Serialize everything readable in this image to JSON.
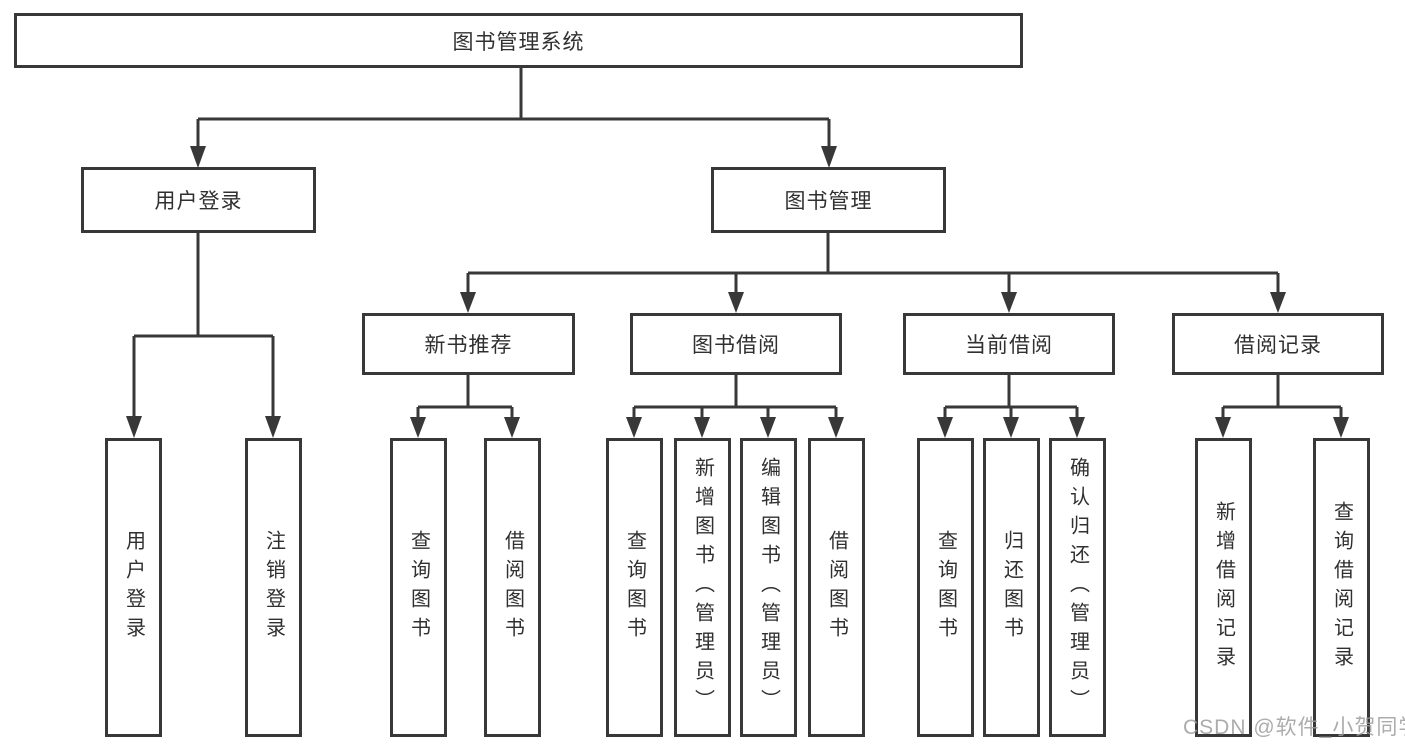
{
  "diagram_type": "functional-structure-tree",
  "tree": {
    "root": {
      "label": "图书管理系统",
      "children": [
        {
          "label": "用户登录",
          "children": [
            {
              "label": "用户登录"
            },
            {
              "label": "注销登录"
            }
          ]
        },
        {
          "label": "图书管理",
          "children": [
            {
              "label": "新书推荐",
              "children": [
                {
                  "label": "查询图书"
                },
                {
                  "label": "借阅图书"
                }
              ]
            },
            {
              "label": "图书借阅",
              "children": [
                {
                  "label": "查询图书"
                },
                {
                  "label": "新增图书（管理员）"
                },
                {
                  "label": "编辑图书（管理员）"
                },
                {
                  "label": "借阅图书"
                }
              ]
            },
            {
              "label": "当前借阅",
              "children": [
                {
                  "label": "查询图书"
                },
                {
                  "label": "归还图书"
                },
                {
                  "label": "确认归还（管理员）"
                }
              ]
            },
            {
              "label": "借阅记录",
              "children": [
                {
                  "label": "新增借阅记录"
                },
                {
                  "label": "查询借阅记录"
                }
              ]
            }
          ]
        }
      ]
    }
  },
  "watermark": {
    "text": "CSDN @软件_小贺同学"
  },
  "colors": {
    "line": "#383838",
    "box_border": "#383838",
    "text": "#303030",
    "watermark": "#9e9e9e",
    "background": "#ffffff"
  }
}
